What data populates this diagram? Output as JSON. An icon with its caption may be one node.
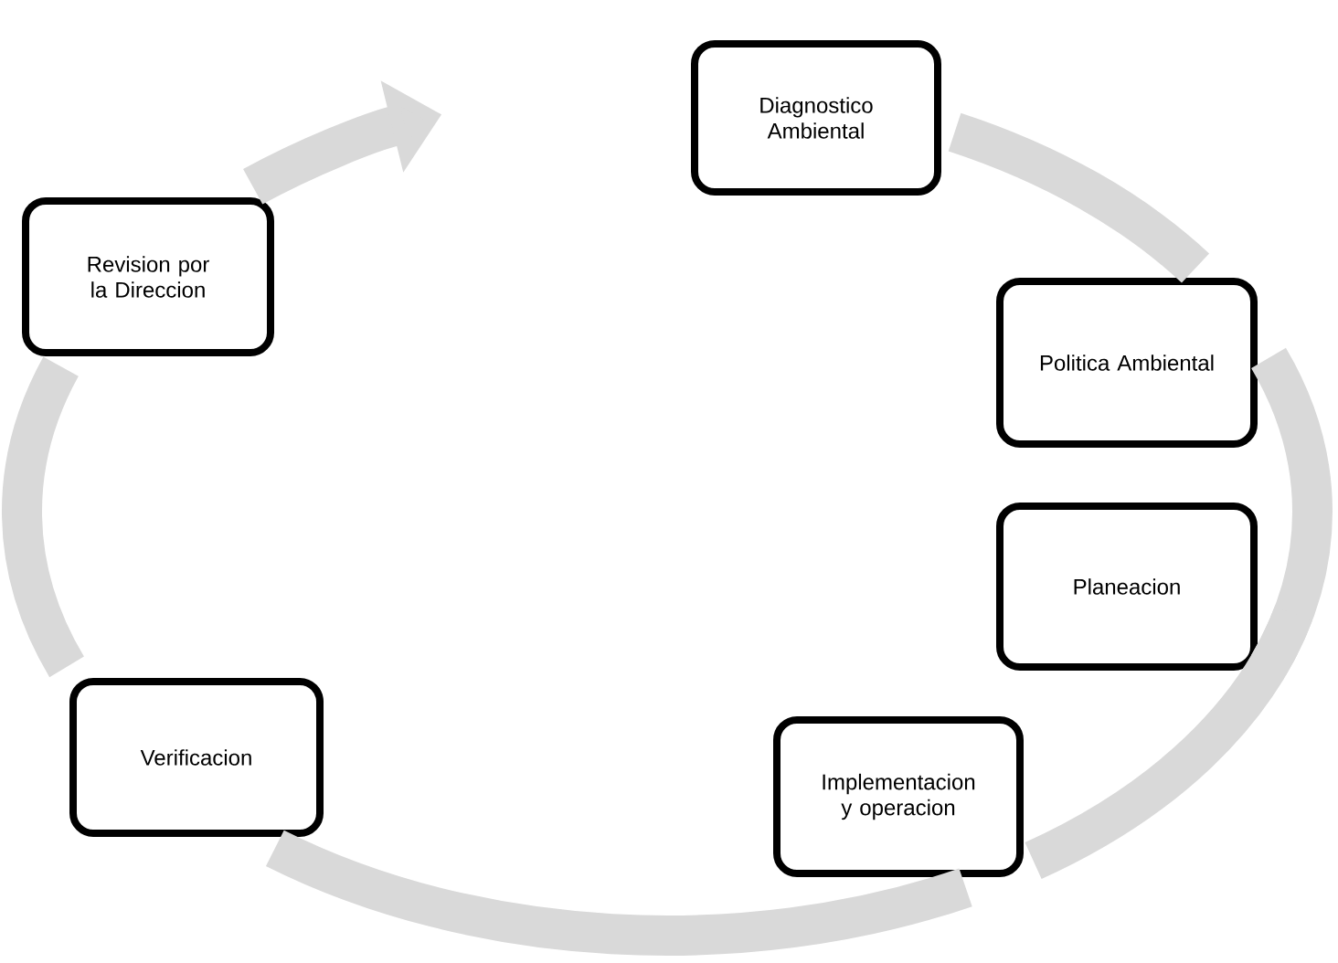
{
  "diagram": {
    "nodes": [
      {
        "text": [
          "Diagnostico Ambiental"
        ]
      },
      {
        "text": [
          "Politica Ambiental"
        ]
      },
      {
        "text": [
          "Planeacion"
        ]
      },
      {
        "text": [
          "Implementacion y operacion"
        ]
      },
      {
        "text": [
          "Verificacion"
        ]
      },
      {
        "text": [
          "Revision por la Direccion"
        ]
      }
    ],
    "edges": [
      {
        "from": 0,
        "to": 1,
        "arrow": "none"
      },
      {
        "from": 1,
        "to": 2,
        "arrow": "none"
      },
      {
        "from": 2,
        "to": 3,
        "arrow": "none"
      },
      {
        "from": 3,
        "to": 4,
        "arrow": "none"
      },
      {
        "from": 4,
        "to": 5,
        "arrow": "none"
      },
      {
        "from": 5,
        "to": null,
        "arrow": "to"
      }
    ]
  }
}
